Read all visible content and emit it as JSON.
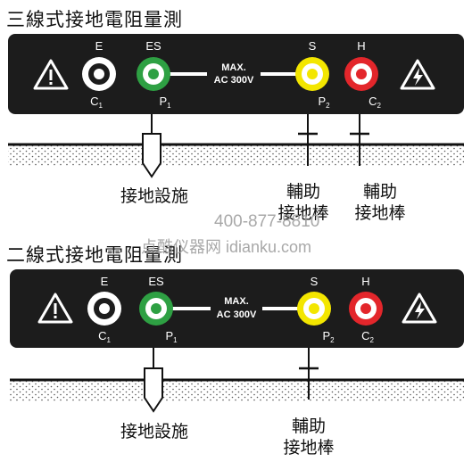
{
  "diagram_top": {
    "title": "三線式接地電阻量測",
    "terminals": {
      "e": {
        "name": "E",
        "sub": "C",
        "sub_index": "1"
      },
      "es": {
        "name": "ES",
        "sub": "P",
        "sub_index": "1"
      },
      "s": {
        "name": "S",
        "sub": "P",
        "sub_index": "2"
      },
      "h": {
        "name": "H",
        "sub": "C",
        "sub_index": "2"
      }
    },
    "max_label_1": "MAX.",
    "max_label_2": "AC 300V",
    "ground_label": "接地設施",
    "aux_label_1_line1": "輔助",
    "aux_label_1_line2": "接地棒",
    "aux_label_2_line1": "輔助",
    "aux_label_2_line2": "接地棒"
  },
  "diagram_bottom": {
    "title": "二線式接地電阻量測",
    "terminals": {
      "e": {
        "name": "E",
        "sub": "C",
        "sub_index": "1"
      },
      "es": {
        "name": "ES",
        "sub": "P",
        "sub_index": "1"
      },
      "s": {
        "name": "S",
        "sub": "P",
        "sub_index": "2"
      },
      "h": {
        "name": "H",
        "sub": "C",
        "sub_index": "2"
      }
    },
    "max_label_1": "MAX.",
    "max_label_2": "AC 300V",
    "ground_label": "接地設施",
    "aux_label_line1": "輔助",
    "aux_label_line2": "接地棒"
  },
  "watermark": {
    "phone": "400-877-8810",
    "site": "点酷仪器网 idianku.com"
  },
  "colors": {
    "panel": "#1c1c1c",
    "terminal_e": "#ffffff",
    "terminal_es": "#2ea043",
    "terminal_s": "#f3e600",
    "terminal_h": "#e3262b"
  }
}
